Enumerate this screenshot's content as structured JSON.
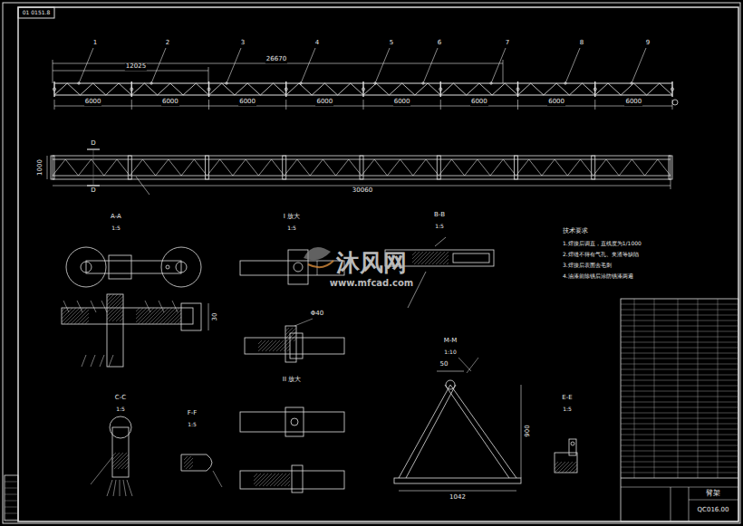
{
  "diagram": {
    "labels": [
      "6000",
      "6000",
      "6000",
      "6000",
      "6000",
      "6000",
      "6000",
      "6000",
      "12025",
      "26670",
      "30060",
      "1000",
      "D",
      "D",
      "1",
      "2",
      "3",
      "4",
      "5",
      "6",
      "7",
      "8",
      "9",
      "A-A",
      "1:5",
      "I 放大",
      "1:5",
      "B-B",
      "1:5",
      "II 放大",
      "C-C",
      "1:5",
      "F-F",
      "1:5",
      "M-M",
      "1:10",
      "E-E",
      "1:5",
      "Φ40",
      "30",
      "50",
      "900",
      "1042",
      "技术要求",
      "1.焊接后调直，直线度为1/1000",
      "2.焊缝不得有气孔、夹渣等缺陷",
      "3.焊接后表面去毛刺",
      "4.油漆前除锈后涂防锈漆两遍",
      "臂架",
      "QC016.00",
      "沐风网",
      "www.mfcad.com",
      "01 0151.8"
    ]
  }
}
